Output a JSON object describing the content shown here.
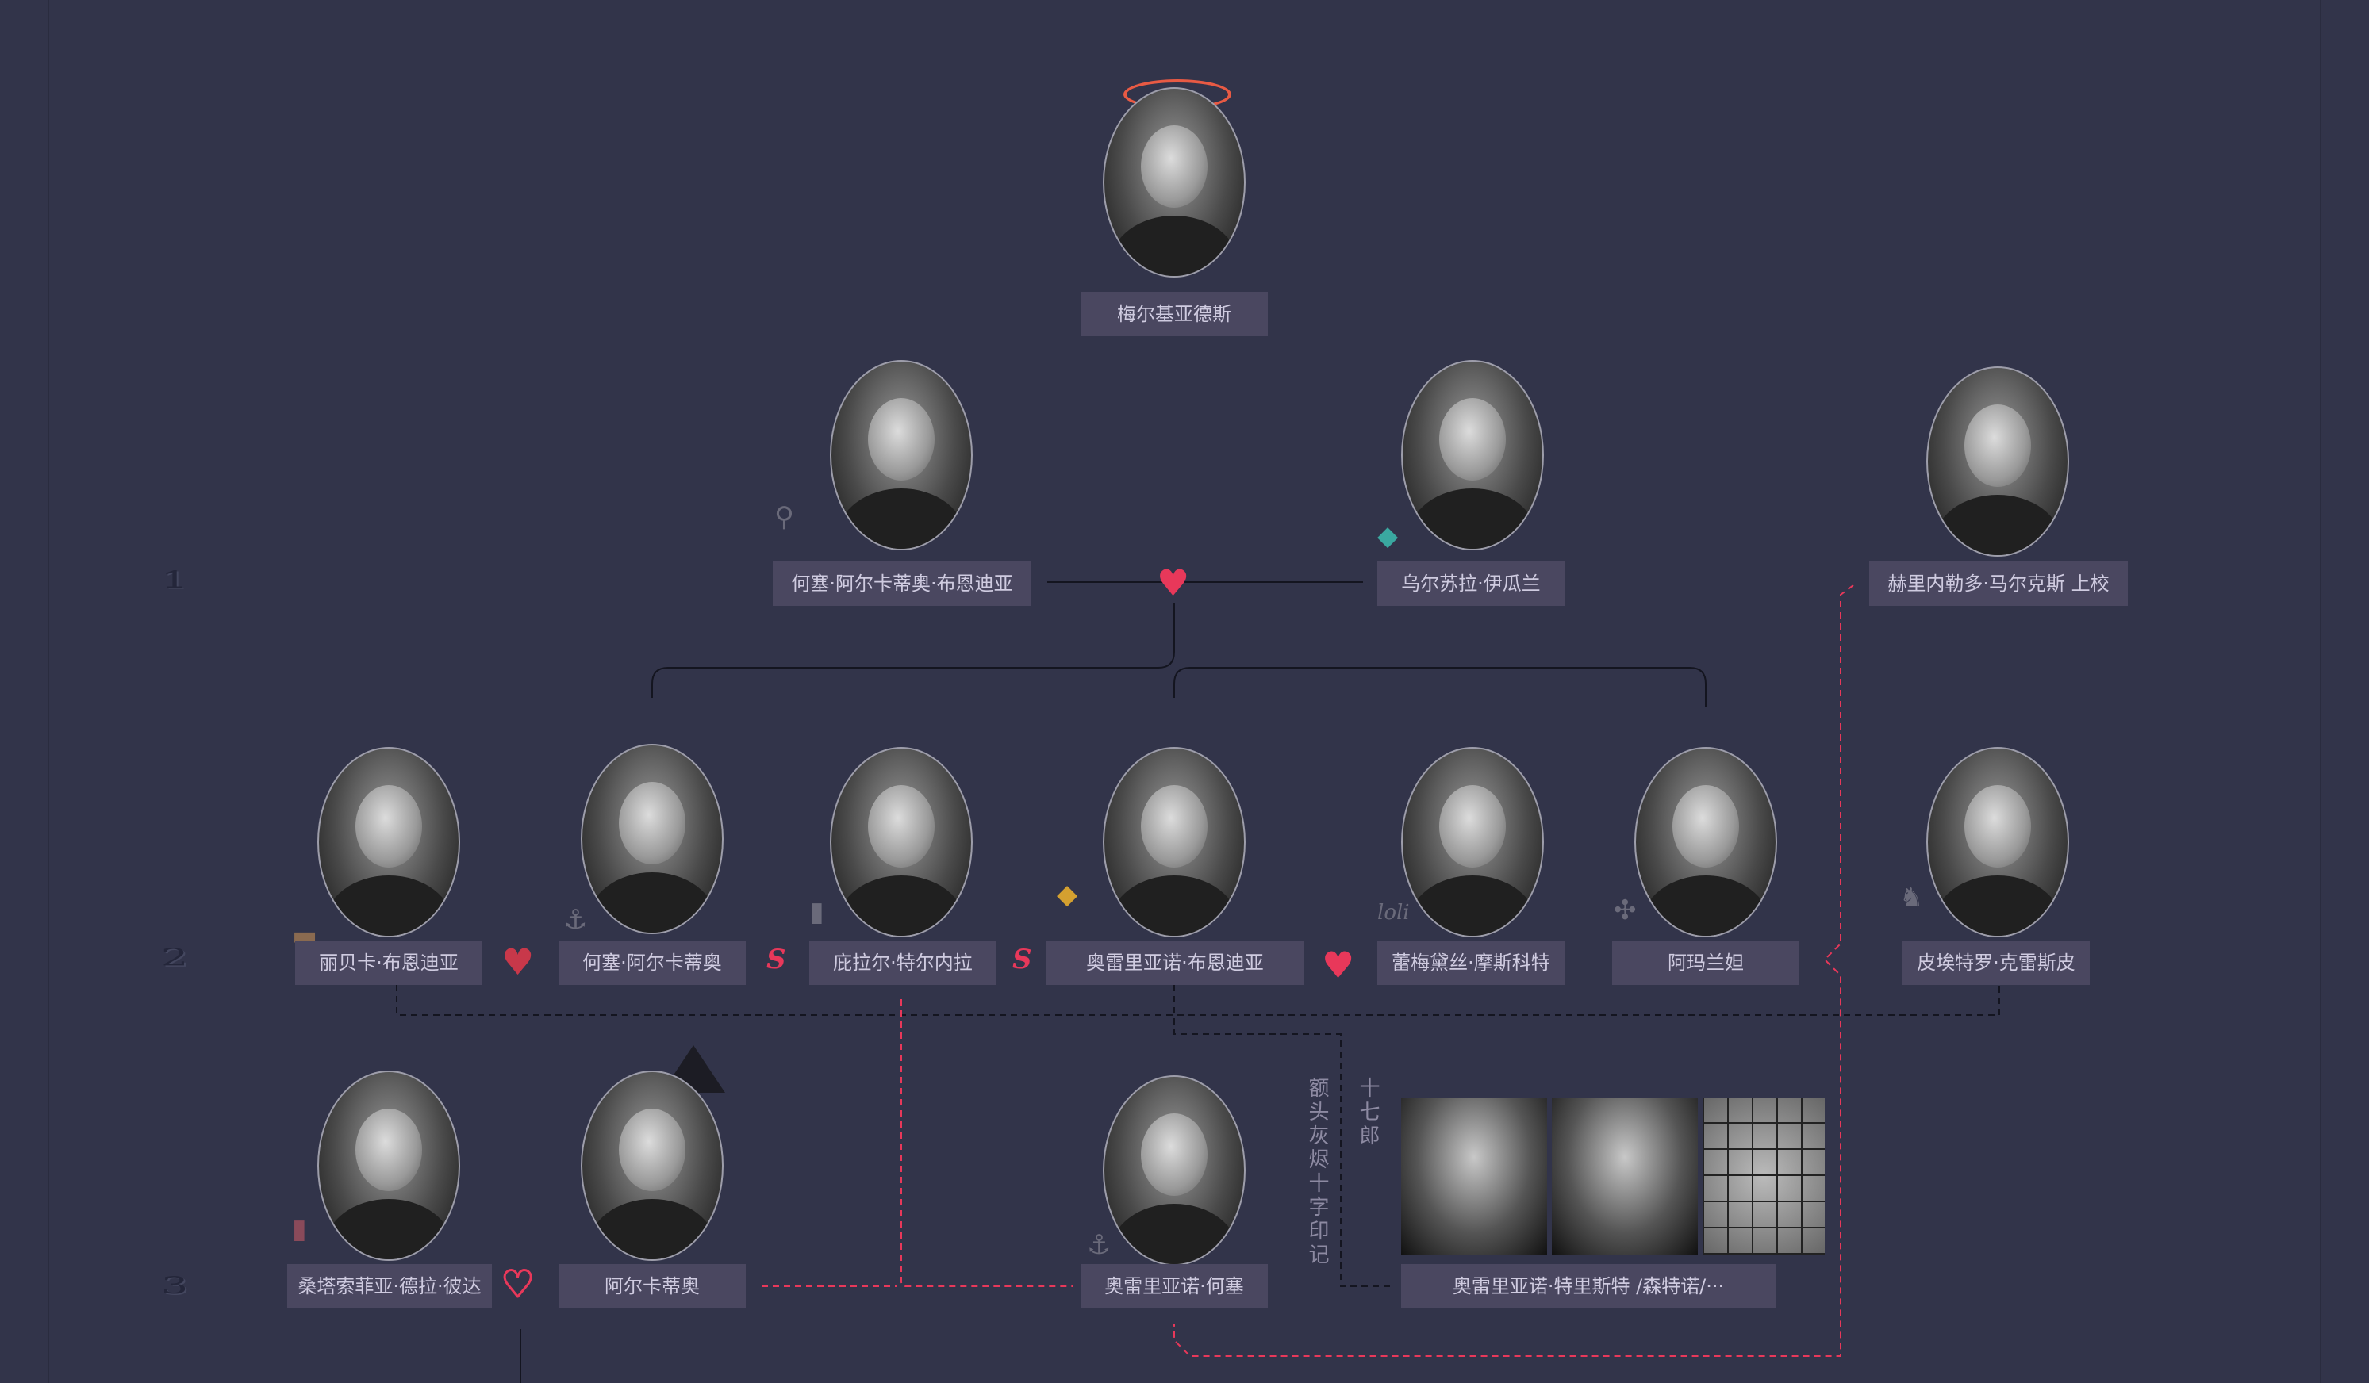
{
  "generations": [
    "1",
    "2",
    "3"
  ],
  "colors": {
    "background": "#32344a",
    "label_bg": "#4a4760",
    "label_text": "#cfcbe0",
    "heart": "#e8385a",
    "connector": "#141520",
    "dashed_link": "#e8385a"
  },
  "people": {
    "melquiades": "梅尔基亚德斯",
    "jose_arcadio_buendia": "何塞·阿尔卡蒂奥·布恩迪亚",
    "ursula": "乌尔苏拉·伊瓜兰",
    "gerineldo": "赫里内勒多·马尔克斯  上校",
    "rebeca": "丽贝卡·布恩迪亚",
    "jose_arcadio": "何塞·阿尔卡蒂奥",
    "pilar": "庇拉尔·特尔内拉",
    "aureliano": "奥雷里亚诺·布恩迪亚",
    "remedios": "蕾梅黛丝·摩斯科特",
    "amaranta": "阿玛兰妲",
    "pietro": "皮埃特罗·克雷斯皮",
    "santa_sofia": "桑塔索菲亚·德拉·彼达",
    "arcadio": "阿尔卡蒂奥",
    "aureliano_jose": "奥雷里亚诺·何塞",
    "seventeen": "奥雷里亚诺·特里斯特 /森特诺/···"
  },
  "annotations": {
    "seventeen_sons": "十七郎",
    "ash_cross": "额头灰烬十字印记"
  },
  "icons": {
    "halo": "halo-icon",
    "heart": "heart-icon",
    "outline_heart": "outline-heart-icon",
    "pixel_heart": "pixel-heart-icon",
    "serpent_s": "s-symbol-icon",
    "anchor": "anchor-icon",
    "fish": "fish-icon",
    "tree": "tree-icon",
    "card": "card-icon",
    "gold_fish": "gold-fish-icon",
    "loli_text": "loli",
    "soldier": "soldier-icon",
    "bottle": "bottle-icon",
    "hat": "hat-icon",
    "crown": "crown-icon",
    "magnifier": "magnifier-icon"
  }
}
